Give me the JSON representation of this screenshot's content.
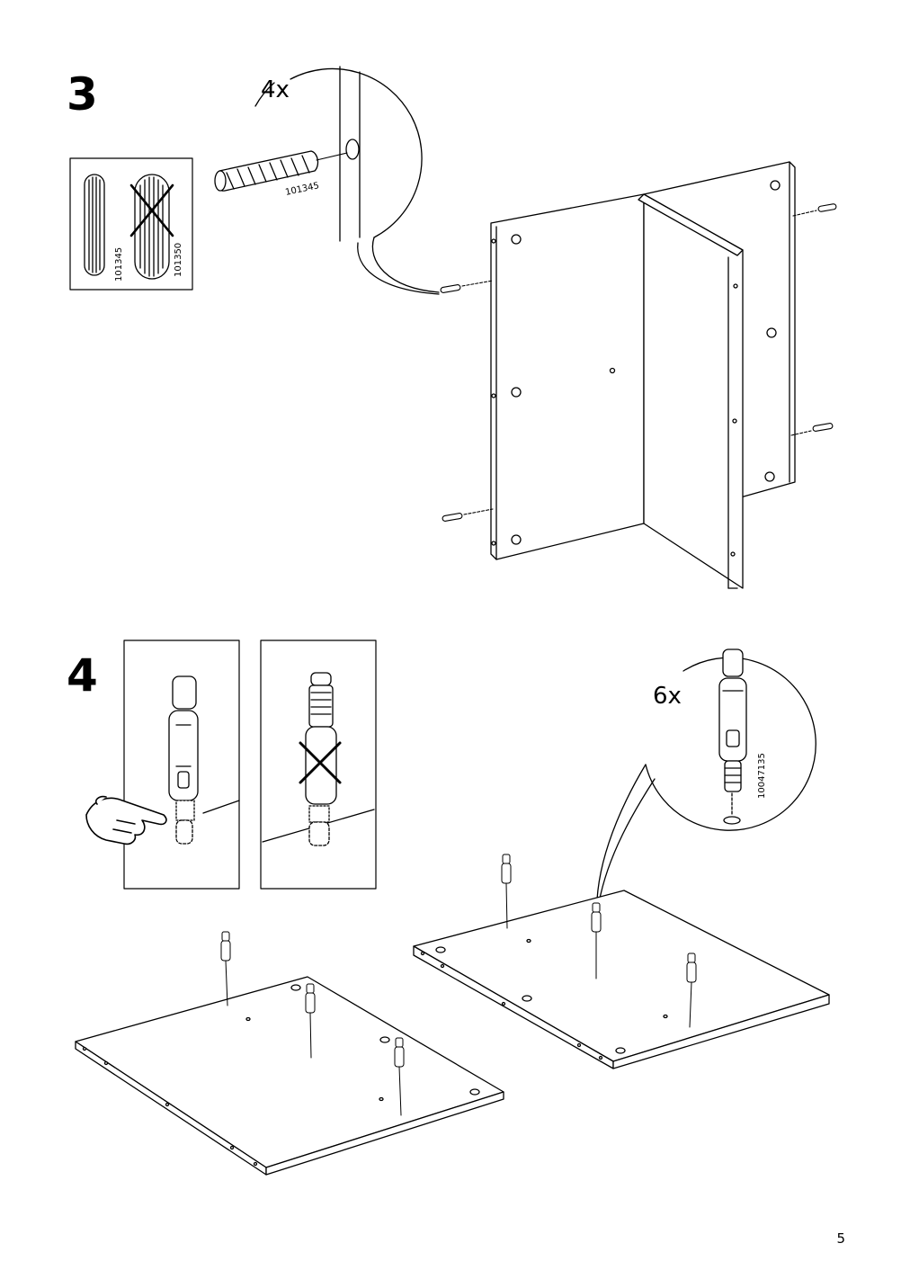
{
  "page": {
    "number": "5"
  },
  "step3": {
    "number": "3",
    "quantity": "4x",
    "dowel_code": "101345",
    "compare": {
      "correct_code": "101345",
      "wrong_code": "101350"
    }
  },
  "step4": {
    "number": "4",
    "quantity": "6x",
    "bolt_code": "10047135"
  }
}
